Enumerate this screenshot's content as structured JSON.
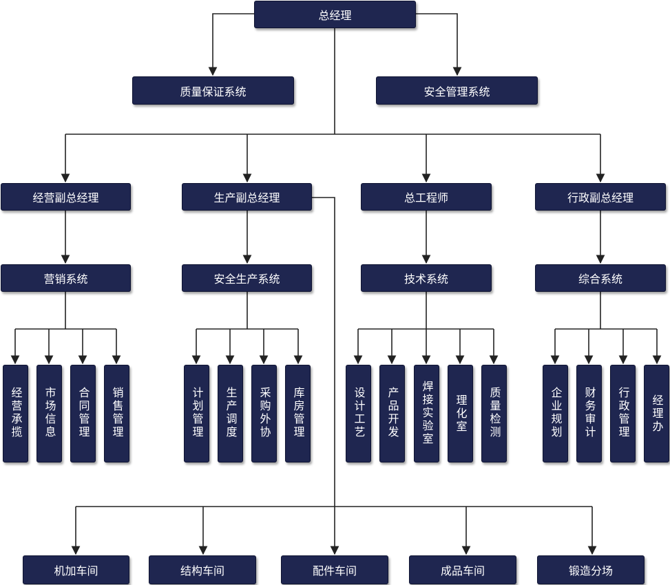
{
  "top": {
    "gm": "总经理"
  },
  "level2": {
    "quality": "质量保证系统",
    "safety": "安全管理系统"
  },
  "deputies": {
    "business": "经营副总经理",
    "production": "生产副总经理",
    "chief_engineer": "总工程师",
    "admin": "行政副总经理"
  },
  "systems": {
    "marketing": "营销系统",
    "safe_production": "安全生产系统",
    "technical": "技术系统",
    "general": "综合系统"
  },
  "units": {
    "marketing": [
      "经营承揽",
      "市场信息",
      "合同管理",
      "销售管理"
    ],
    "safe_production": [
      "计划管理",
      "生产调度",
      "采购外协",
      "库房管理"
    ],
    "technical": [
      "设计工艺",
      "产品开发",
      "焊接实验室",
      "理化室",
      "质量检测"
    ],
    "general": [
      "企业规划",
      "财务审计",
      "行政管理",
      "经理办"
    ]
  },
  "workshops": [
    "机加车间",
    "结构车间",
    "配件车间",
    "成品车间",
    "锻造分场"
  ],
  "colors": {
    "box_fill": "#1f2650",
    "box_text": "#ffffff",
    "line": "#222222"
  }
}
